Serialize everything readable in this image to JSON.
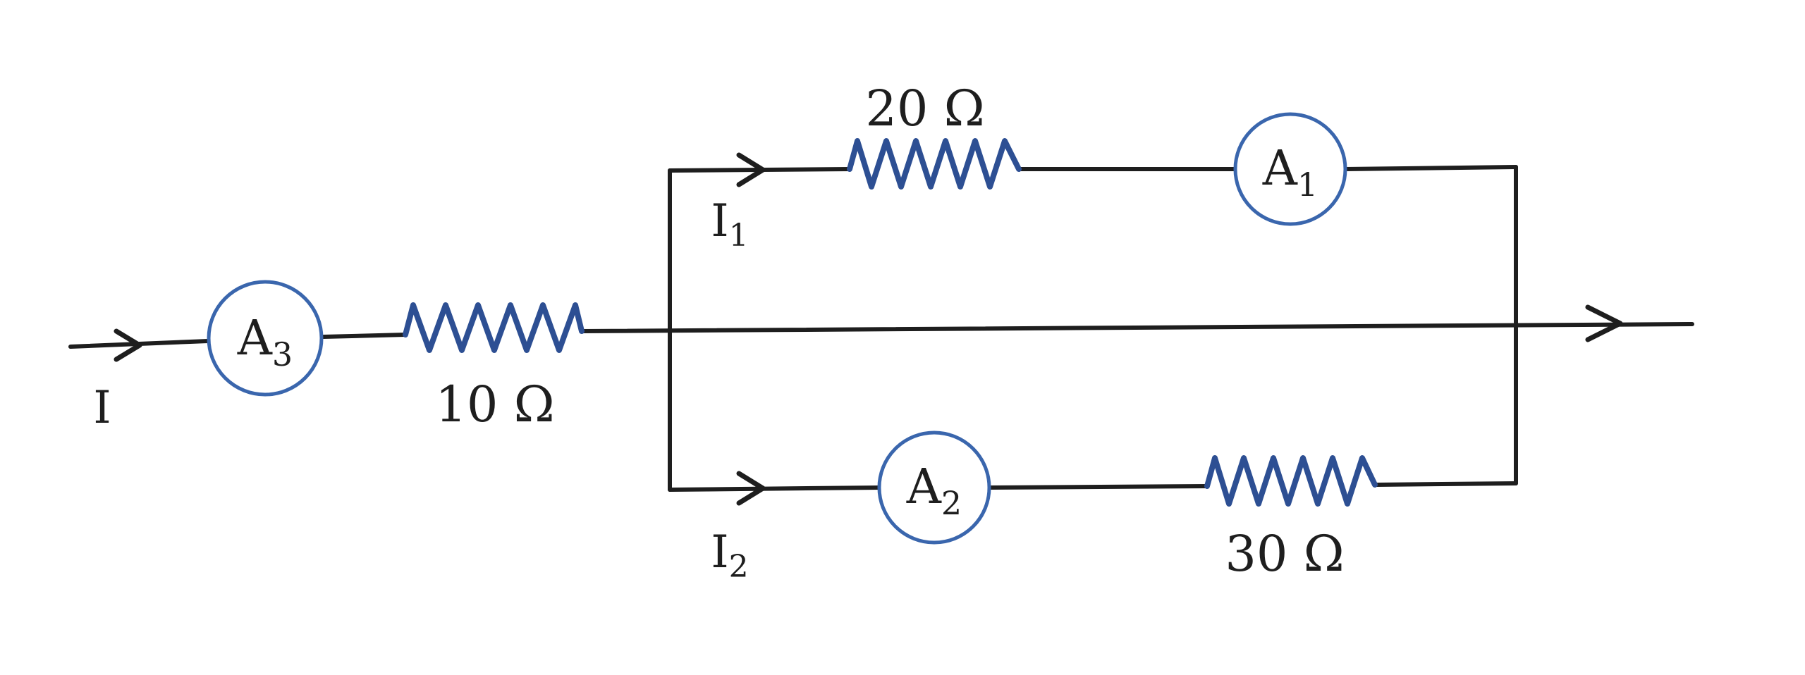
{
  "colors": {
    "wire": "#1e1e1e",
    "resistor": "#2d4f93",
    "meter_ring": "#3a66ad",
    "background": "#ffffff"
  },
  "resistors": {
    "r10": {
      "label": "10 Ω"
    },
    "r20": {
      "label": "20 Ω"
    },
    "r30": {
      "label": "30 Ω"
    }
  },
  "ammeters": {
    "a1": {
      "letter": "A",
      "sub": "1"
    },
    "a2": {
      "letter": "A",
      "sub": "2"
    },
    "a3": {
      "letter": "A",
      "sub": "3"
    }
  },
  "currents": {
    "total": {
      "letter": "I",
      "sub": ""
    },
    "i1": {
      "letter": "I",
      "sub": "1"
    },
    "i2": {
      "letter": "I",
      "sub": "2"
    }
  }
}
